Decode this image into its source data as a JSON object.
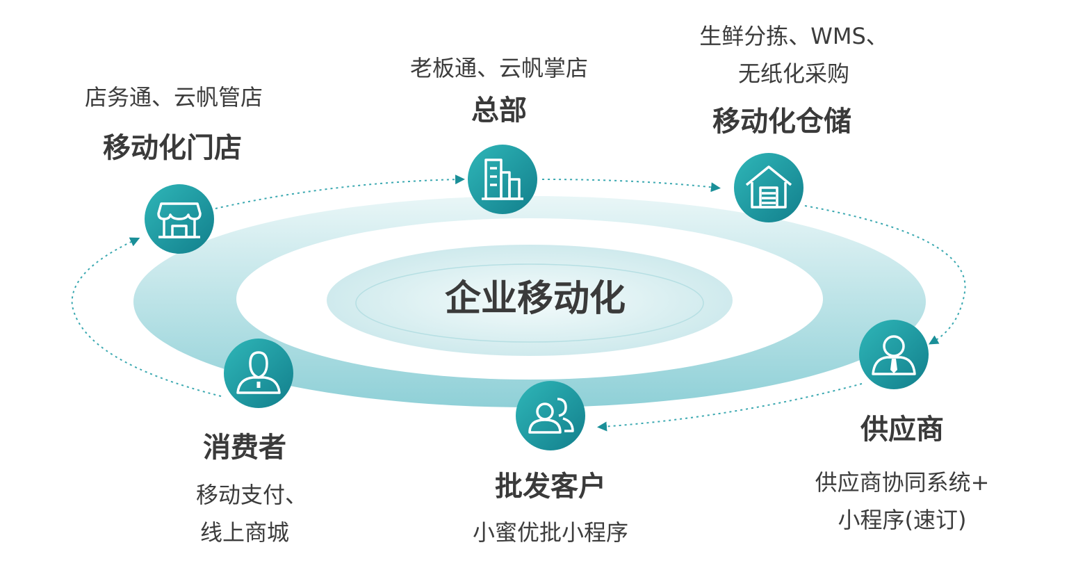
{
  "center": {
    "title": "企业移动化"
  },
  "nodes": [
    {
      "id": "store",
      "title": "移动化门店",
      "sub": [
        "店务通、云帆管店"
      ],
      "icon": "store-icon"
    },
    {
      "id": "hq",
      "title": "总部",
      "sub": [
        "老板通、云帆掌店"
      ],
      "icon": "building-icon"
    },
    {
      "id": "warehouse",
      "title": "移动化仓储",
      "sub": [
        "生鲜分拣、WMS、",
        "无纸化采购"
      ],
      "icon": "warehouse-icon"
    },
    {
      "id": "supplier",
      "title": "供应商",
      "sub": [
        "供应商协同系统+",
        "小程序(速订)"
      ],
      "icon": "supplier-person-icon"
    },
    {
      "id": "wholesale",
      "title": "批发客户",
      "sub": [
        "小蜜优批小程序"
      ],
      "icon": "group-people-icon"
    },
    {
      "id": "consumer",
      "title": "消费者",
      "sub": [
        "移动支付、",
        "线上商城"
      ],
      "icon": "person-icon"
    }
  ],
  "colors": {
    "accent": "#1a8f98",
    "accent_light": "#2ab0b5",
    "ring": "#9fd6dc",
    "text": "#3a3a3a"
  }
}
